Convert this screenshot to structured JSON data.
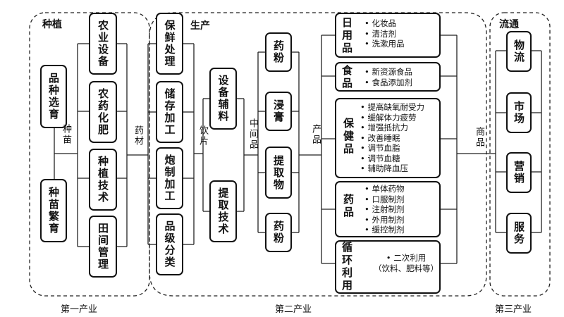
{
  "regions": {
    "planting": "种植",
    "production": "生产",
    "circulation": "流通"
  },
  "sectors": {
    "primary": "第一产业",
    "secondary": "第二产业",
    "tertiary": "第三产业"
  },
  "planting": {
    "breeding": [
      "品种选育",
      "种苗繁育"
    ],
    "items": [
      "农业设备",
      "农药化肥",
      "种植技术",
      "田间管理"
    ]
  },
  "processing": [
    "保鲜处理",
    "储存加工",
    "炮制加工",
    "品级分类"
  ],
  "equipment": [
    "设备辅料",
    "提取技术"
  ],
  "intermediates": [
    "药粉",
    "浸膏",
    "提取物",
    "药粉"
  ],
  "products": [
    {
      "title": "日用品",
      "items": [
        "化妆品",
        "清洁剂",
        "洗漱用品"
      ]
    },
    {
      "title": "食品",
      "items": [
        "新资源食品",
        "食品添加剂"
      ]
    },
    {
      "title": "保健品",
      "items": [
        "提高缺氧耐受力",
        "缓解体力疲劳",
        "增强抵抗力",
        "改善睡眠",
        "调节血脂",
        "调节血糖",
        "辅助降血压"
      ]
    },
    {
      "title": "药品",
      "items": [
        "单体药物",
        "口服制剂",
        "注射制剂",
        "外用制剂",
        "缓控制剂"
      ]
    },
    {
      "title": "循环利用",
      "items": [
        "二次利用",
        "（饮料、肥料等）"
      ]
    }
  ],
  "circulation_items": [
    "物流",
    "市场",
    "营销",
    "服务"
  ],
  "flow_labels": {
    "seedling": "种苗",
    "herb": "药材",
    "decoction": "饮片",
    "intermediate": "中间品",
    "product": "产品",
    "commodity": "商品"
  }
}
